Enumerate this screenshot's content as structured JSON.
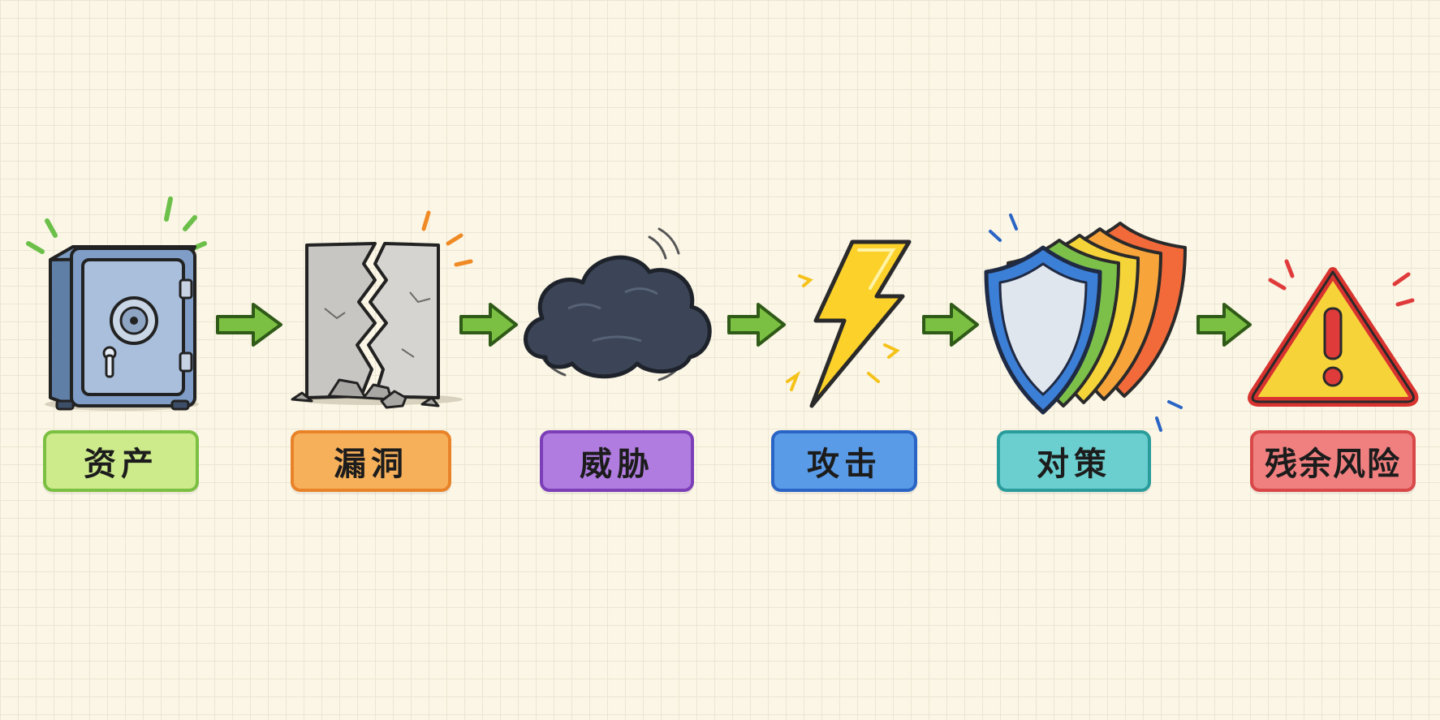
{
  "steps": [
    {
      "id": "asset",
      "label": "资产",
      "icon": "safe-icon",
      "fill": "#cdeb8b",
      "border": "#7bc043"
    },
    {
      "id": "vulnerability",
      "label": "漏洞",
      "icon": "cracked-wall-icon",
      "fill": "#f7b05a",
      "border": "#e8832a"
    },
    {
      "id": "threat",
      "label": "威胁",
      "icon": "storm-cloud-icon",
      "fill": "#b07ce0",
      "border": "#7d3fb8"
    },
    {
      "id": "attack",
      "label": "攻击",
      "icon": "lightning-bolt-icon",
      "fill": "#5a9be8",
      "border": "#2a64c4"
    },
    {
      "id": "countermeasure",
      "label": "对策",
      "icon": "layered-shields-icon",
      "fill": "#6ccfcf",
      "border": "#2a9c9c"
    },
    {
      "id": "residual-risk",
      "label": "残余风险",
      "icon": "warning-triangle-icon",
      "fill": "#f08080",
      "border": "#d94848"
    }
  ],
  "connector": {
    "icon": "arrow-right-icon",
    "color": "#7bc043"
  }
}
